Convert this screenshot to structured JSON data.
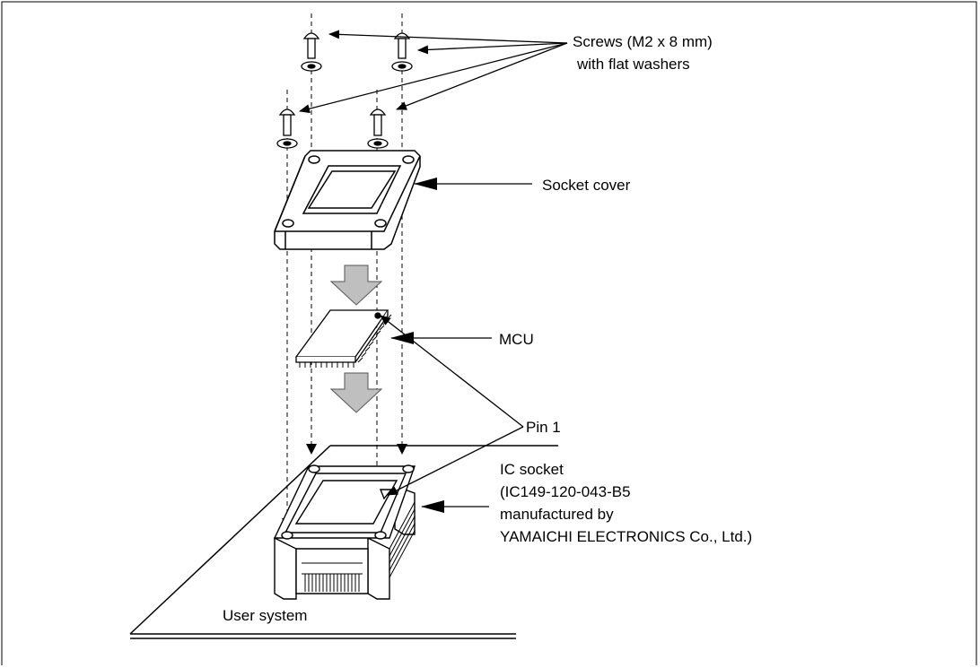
{
  "labels": {
    "screws_line1": "Screws (M2 x 8 mm)",
    "screws_line2": "with flat washers",
    "socket_cover": "Socket cover",
    "mcu": "MCU",
    "pin1": "Pin 1",
    "ic_socket_line1": "IC socket",
    "ic_socket_line2": "(IC149-120-043-B5",
    "ic_socket_line3": "manufactured by",
    "ic_socket_line4": "YAMAICHI ELECTRONICS Co., Ltd.)",
    "user_system": "User system"
  },
  "colors": {
    "ink": "#000000",
    "fill_gray": "#bfbfbf",
    "background": "#ffffff"
  }
}
